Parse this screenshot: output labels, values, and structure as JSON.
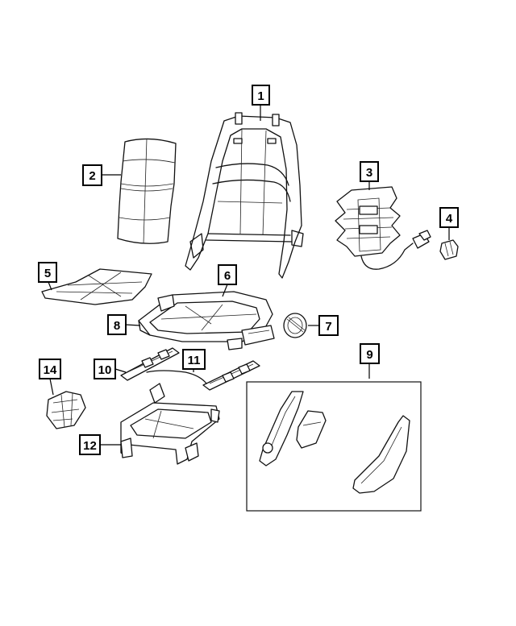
{
  "callouts": [
    {
      "label": "1"
    },
    {
      "label": "2"
    },
    {
      "label": "3"
    },
    {
      "label": "4"
    },
    {
      "label": "5"
    },
    {
      "label": "6"
    },
    {
      "label": "7"
    },
    {
      "label": "8"
    },
    {
      "label": "9"
    },
    {
      "label": "10"
    },
    {
      "label": "11"
    },
    {
      "label": "12"
    },
    {
      "label": "14"
    }
  ],
  "colors": {
    "line": "#111111",
    "background": "#ffffff"
  }
}
